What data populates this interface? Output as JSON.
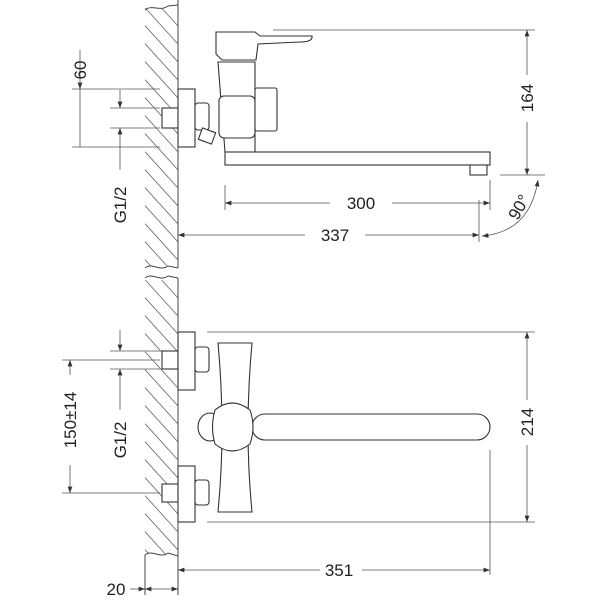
{
  "title": "Wall-mounted faucet dimension drawing",
  "side_view": {
    "dim_height": "164",
    "dim_spout_reach": "300",
    "dim_total_reach": "337",
    "dim_inlet_offset": "60",
    "dim_thread": "G1/2",
    "dim_swivel_angle": "90°"
  },
  "top_view": {
    "dim_width": "214",
    "dim_total_reach": "351",
    "dim_center_distance": "150±14",
    "dim_thread": "G1/2",
    "dim_wall": "20"
  }
}
